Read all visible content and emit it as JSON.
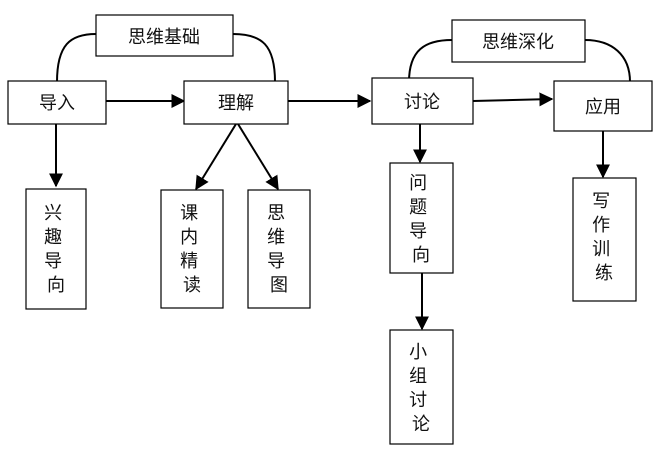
{
  "nodes": {
    "daoru": "导入",
    "lijie": "理解",
    "taolun": "讨论",
    "yingyong": "应用",
    "siwei_jichu": "思维基础",
    "siwei_shenhua": "思维深化",
    "xingqu_daoxiang": [
      "兴",
      "趣",
      "导",
      "向"
    ],
    "kenei_jingdu": [
      "课",
      "内",
      "精",
      "读"
    ],
    "siwei_daotu": [
      "思",
      "维",
      "导",
      "图"
    ],
    "wenti_daoxiang": [
      "问",
      "题",
      "导",
      "向"
    ],
    "xiaozu_taolun": [
      "小",
      "组",
      "讨",
      "论"
    ],
    "xiezuo_xunlian": [
      "写",
      "作",
      "训",
      "练"
    ]
  }
}
